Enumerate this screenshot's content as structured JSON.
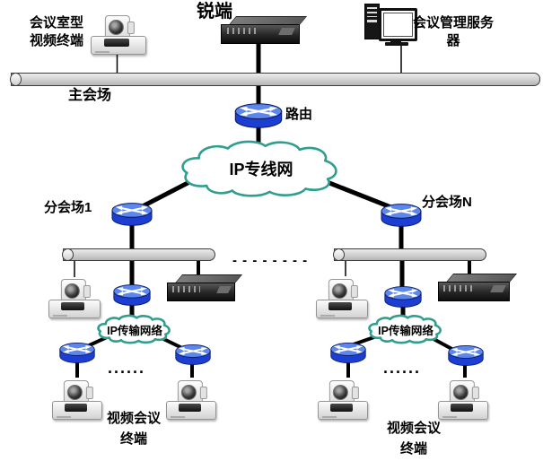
{
  "labels": {
    "room_terminal": "会议室型\n视频终端",
    "ruiduan": "锐端",
    "server": "会议管理服务器",
    "main_bus": "主会场",
    "core_router": "路由",
    "core_cloud": "IP专线网",
    "branch_left": "分会场1",
    "branch_right": "分会场N",
    "transport_cloud_left": "IP传输网络",
    "transport_cloud_right": "IP传输网络",
    "terminal_group_left": "视频会议\n终端",
    "terminal_group_right": "视频会议\n终端",
    "bus_separator_dashes": "- - - - - - - -",
    "terminal_ellipsis_left": "......",
    "terminal_ellipsis_right": "......"
  },
  "colors": {
    "router_body": "#1c3ed2",
    "router_top": "#5d87ea",
    "cloud_stroke": "#2f9e8f",
    "bus_fill": "#cccccc",
    "line": "#000000",
    "background": "#ffffff"
  }
}
